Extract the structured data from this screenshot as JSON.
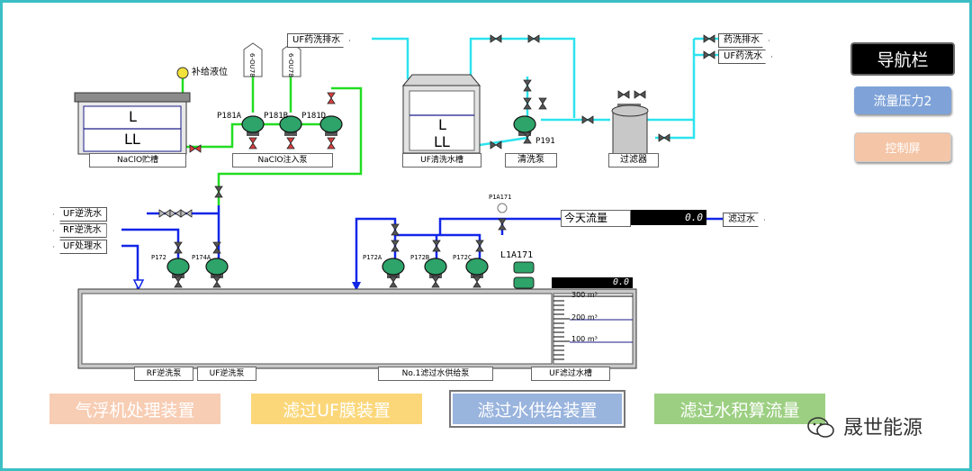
{
  "nav": {
    "title": "导航栏",
    "flow_pressure": "流量压力2",
    "control_screen": "控制屏"
  },
  "top": {
    "uf_chem_drain": "UF药洗排水",
    "chem_drain": "药洗排水",
    "uf_chem_water": "UF药洗水",
    "refill_level": "补给液位",
    "naclo_tank": "NaClO贮槽",
    "naclo_pump": "NaClO注入泵",
    "uf_clean_tank": "UF清洗水槽",
    "clean_pump": "清洗泵",
    "filter": "过滤器",
    "p181a": "P181A",
    "p181b": "P181B",
    "p181d": "P181D",
    "p191": "P191",
    "level_l": "L",
    "level_ll": "LL",
    "drum1": "6-OU78",
    "drum2": "6-OU78"
  },
  "middle": {
    "uf_backwash_water": "UF逆洗水",
    "rf_backwash_water": "RF逆洗水",
    "uf_treated_water": "UF处理水",
    "today_flow": "今天流量",
    "today_flow_value": "0.0",
    "filtered_water": "滤过水",
    "p1a171": "P1A171",
    "l1a171": "L1A171",
    "p172": "P172",
    "p174a": "P174A",
    "p172a": "P172A",
    "p172b": "P172B",
    "p172c": "P172C"
  },
  "tank": {
    "level_value": "0.0",
    "scale": [
      "300 m³",
      "200 m³",
      "100 m³"
    ],
    "rf_pump": "RF逆洗泵",
    "uf_pump": "UF逆洗泵",
    "supply_pump": "No.1滤过水供给泵",
    "uf_tank": "UF滤过水槽"
  },
  "bottom_nav": [
    {
      "label": "气浮机处理装置",
      "bg": "#f7cdb4"
    },
    {
      "label": "滤过UF膜装置",
      "bg": "#fbd77a"
    },
    {
      "label": "滤过水供给装置",
      "bg": "#99b4dd"
    },
    {
      "label": "滤过水积算流量",
      "bg": "#9ccf82"
    }
  ],
  "watermark": "晟世能源",
  "colors": {
    "frame": "#3bbfc4",
    "cyan_pipe": "#2de3ee",
    "green_pipe": "#22dd22",
    "blue_pipe": "#1226e8",
    "pump_green": "#2ea36a",
    "valve_red": "#d84040"
  }
}
